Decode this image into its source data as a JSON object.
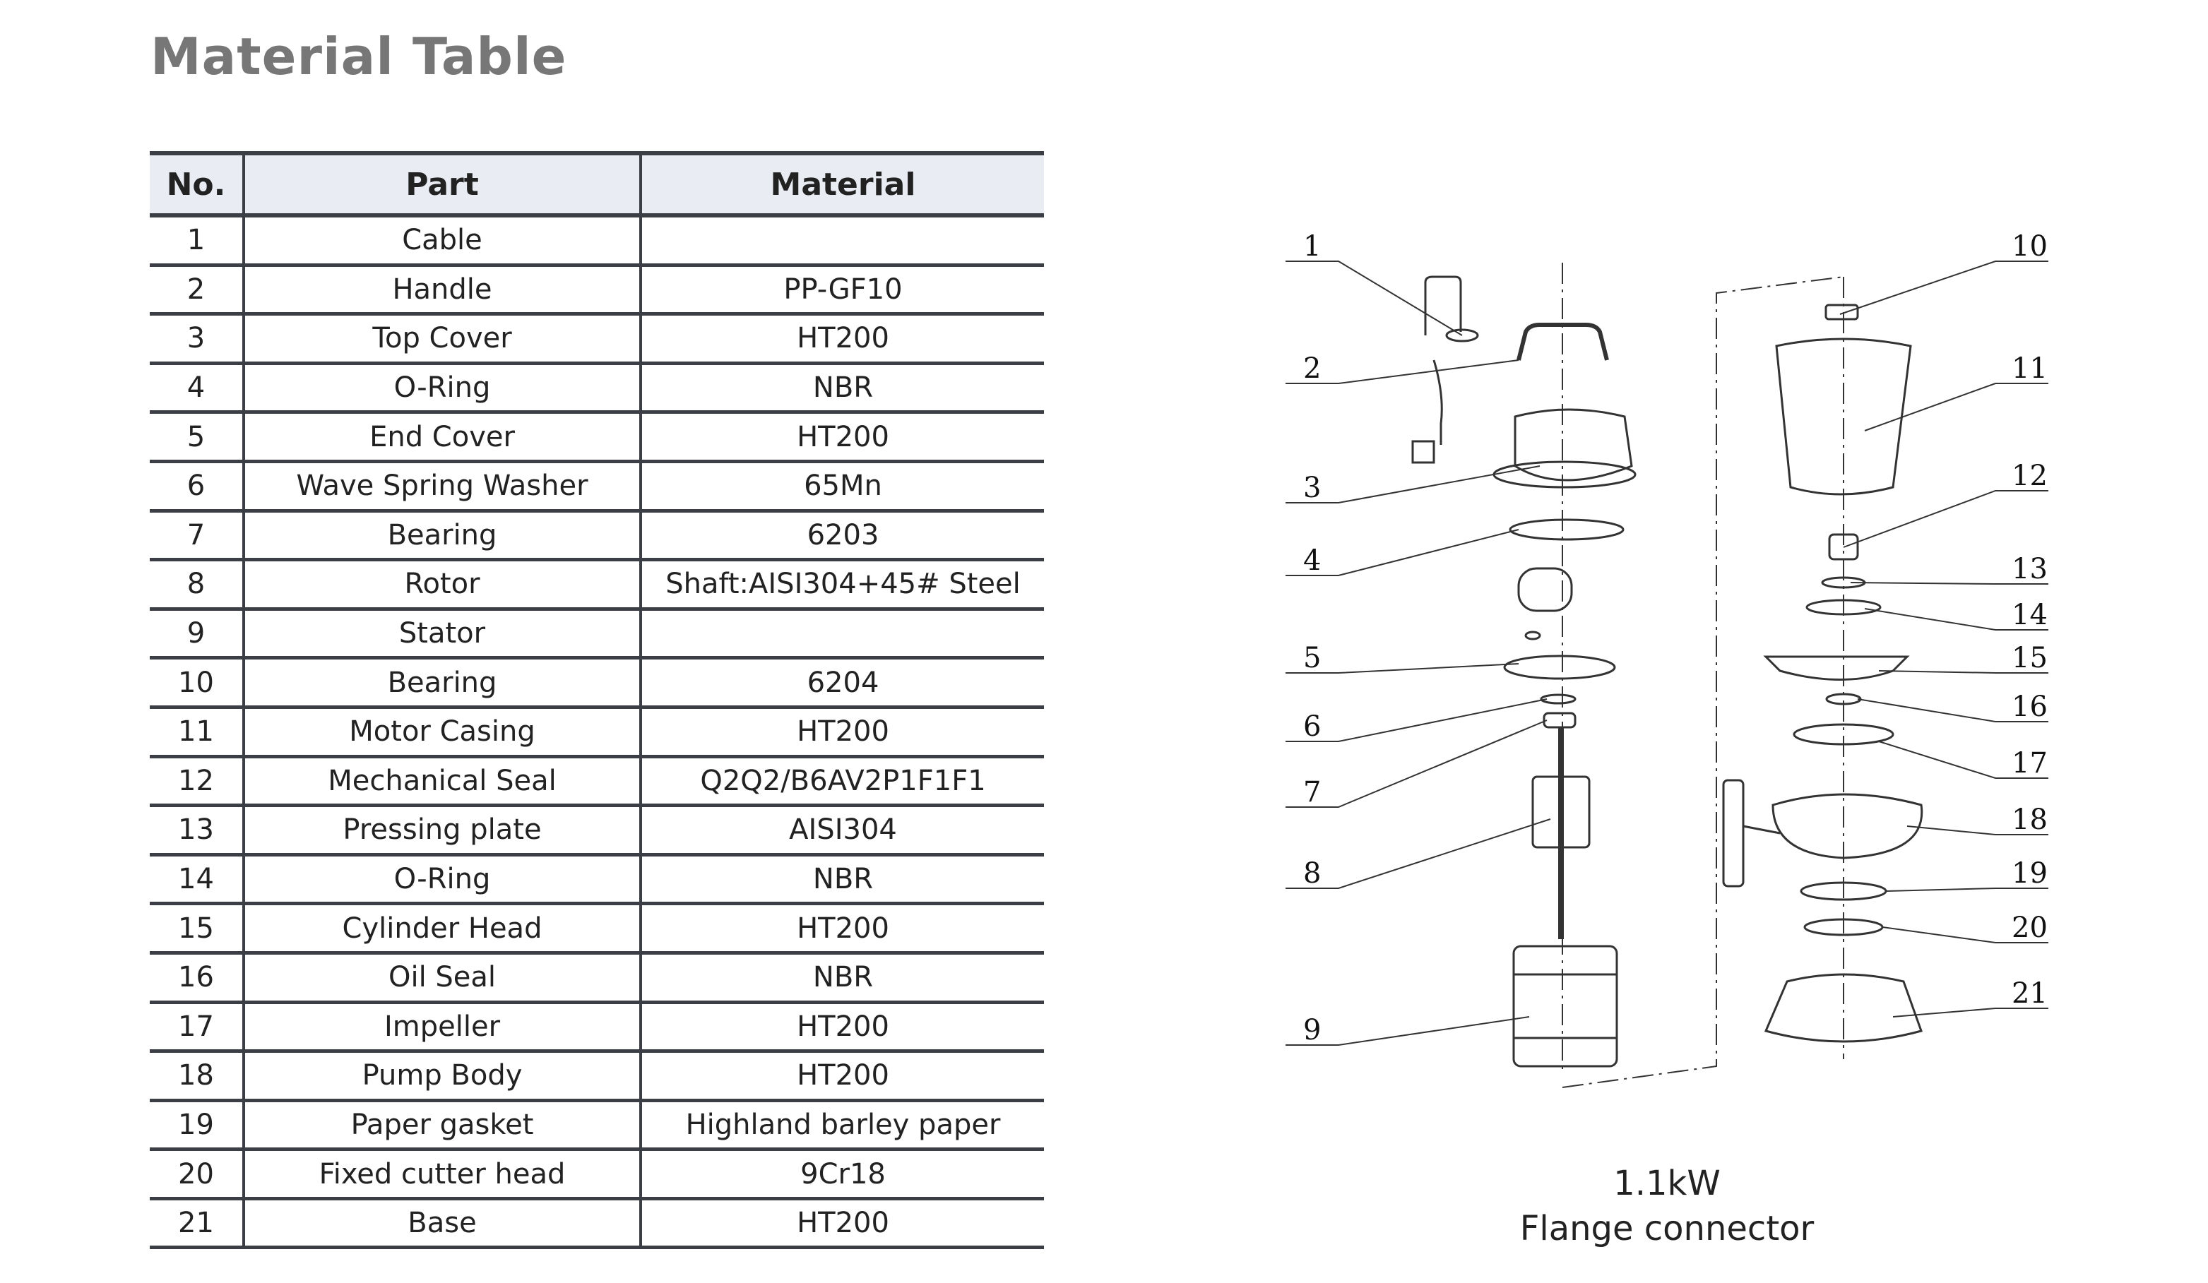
{
  "title": "Material Table",
  "table": {
    "headers": [
      "No.",
      "Part",
      "Material"
    ],
    "rows": [
      [
        "1",
        "Cable",
        ""
      ],
      [
        "2",
        "Handle",
        "PP-GF10"
      ],
      [
        "3",
        "Top Cover",
        "HT200"
      ],
      [
        "4",
        "O-Ring",
        "NBR"
      ],
      [
        "5",
        "End Cover",
        "HT200"
      ],
      [
        "6",
        "Wave Spring Washer",
        "65Mn"
      ],
      [
        "7",
        "Bearing",
        "6203"
      ],
      [
        "8",
        "Rotor",
        "Shaft:AISI304+45# Steel"
      ],
      [
        "9",
        "Stator",
        ""
      ],
      [
        "10",
        "Bearing",
        "6204"
      ],
      [
        "11",
        "Motor Casing",
        "HT200"
      ],
      [
        "12",
        "Mechanical Seal",
        "Q2Q2/B6AV2P1F1F1"
      ],
      [
        "13",
        "Pressing plate",
        "AISI304"
      ],
      [
        "14",
        "O-Ring",
        "NBR"
      ],
      [
        "15",
        "Cylinder Head",
        "HT200"
      ],
      [
        "16",
        "Oil Seal",
        "NBR"
      ],
      [
        "17",
        "Impeller",
        "HT200"
      ],
      [
        "18",
        "Pump Body",
        "HT200"
      ],
      [
        "19",
        "Paper gasket",
        "Highland barley paper"
      ],
      [
        "20",
        "Fixed cutter head",
        "9Cr18"
      ],
      [
        "21",
        "Base",
        "HT200"
      ]
    ]
  },
  "diagram": {
    "left_labels": [
      "1",
      "2",
      "3",
      "4",
      "5",
      "6",
      "7",
      "8",
      "9"
    ],
    "right_labels": [
      "10",
      "11",
      "12",
      "13",
      "14",
      "15",
      "16",
      "17",
      "18",
      "19",
      "20",
      "21"
    ],
    "power": "1.1kW",
    "connection": "Flange connector"
  }
}
